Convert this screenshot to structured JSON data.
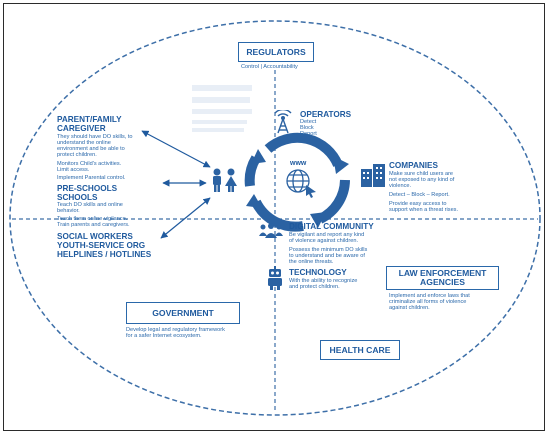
{
  "regulators": {
    "title": "REGULATORS",
    "subtitle": "Control | Accountability"
  },
  "operators": {
    "title": "OPERATORS",
    "lines": [
      "Detect",
      "Block",
      "Report"
    ]
  },
  "center": {
    "label": "www"
  },
  "parent": {
    "title": [
      "PARENT/FAMILY",
      "CAREGIVER"
    ],
    "lines": [
      "They should have DO skills, to",
      "understand the online",
      "environment and be able to",
      "protect children.",
      "",
      "Monitors Child's activities.",
      "Limit access.",
      "",
      "Implement Parental control."
    ]
  },
  "schools": {
    "title": [
      "PRE-SCHOOLS",
      "SCHOOLS"
    ],
    "lines": [
      "Teach DO skills and online",
      "behavior.",
      "",
      "Teach them online vigilance.",
      "Train parents and caregivers."
    ]
  },
  "social": {
    "title": [
      "SOCIAL WORKERS",
      "YOUTH-SERVICE ORG",
      "HELPLINES / HOTLINES"
    ]
  },
  "companies": {
    "title": "COMPANIES",
    "lines": [
      "Make sure child users  are",
      "not exposed to any kind of",
      "violence.",
      "",
      "Detect – Block – Report.",
      "",
      "Provide easy access to",
      "support when a threat rises."
    ]
  },
  "digital": {
    "title": "DIGITAL COMMUNITY",
    "lines": [
      "Be vigilant and report any kind",
      "of violence against children.",
      "",
      "Possess the minimum DO skills",
      "to understand and be aware of",
      "the online threats."
    ]
  },
  "technology": {
    "title": "TECHNOLOGY",
    "lines": [
      "With the ability to recognize",
      "and protect children."
    ]
  },
  "law": {
    "title": [
      "LAW ENFORCEMENT",
      "AGENCIES"
    ],
    "lines": [
      "Implement and enforce laws that",
      "criminalize all forms of violence",
      "against children."
    ]
  },
  "government": {
    "title": "GOVERNMENT",
    "lines": [
      "Develop legal and regulatory framework",
      "for a safer Internet ecosystem."
    ]
  },
  "health": {
    "title": "HEALTH CARE"
  },
  "icons": [
    "antenna-icon",
    "globe-icon",
    "children-icon",
    "buildings-icon",
    "community-icon",
    "robot-icon"
  ],
  "colors": {
    "primary": "#1f5a9e",
    "text": "#2a68aa"
  }
}
